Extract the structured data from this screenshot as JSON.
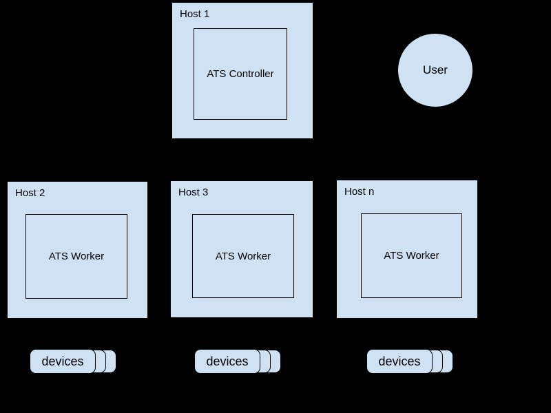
{
  "diagram": {
    "type": "architecture-diagram",
    "background": "#000000"
  },
  "colors": {
    "node_fill": "#cfe2f3",
    "node_border": "#000000",
    "text": "#000000"
  },
  "controller_host": {
    "label": "Host 1",
    "inner_label": "ATS Controller"
  },
  "user": {
    "label": "User"
  },
  "worker_hosts": [
    {
      "label": "Host 2",
      "inner_label": "ATS Worker",
      "devices_label": "devices"
    },
    {
      "label": "Host 3",
      "inner_label": "ATS Worker",
      "devices_label": "devices"
    },
    {
      "label": "Host n",
      "inner_label": "ATS Worker",
      "devices_label": "devices"
    }
  ]
}
